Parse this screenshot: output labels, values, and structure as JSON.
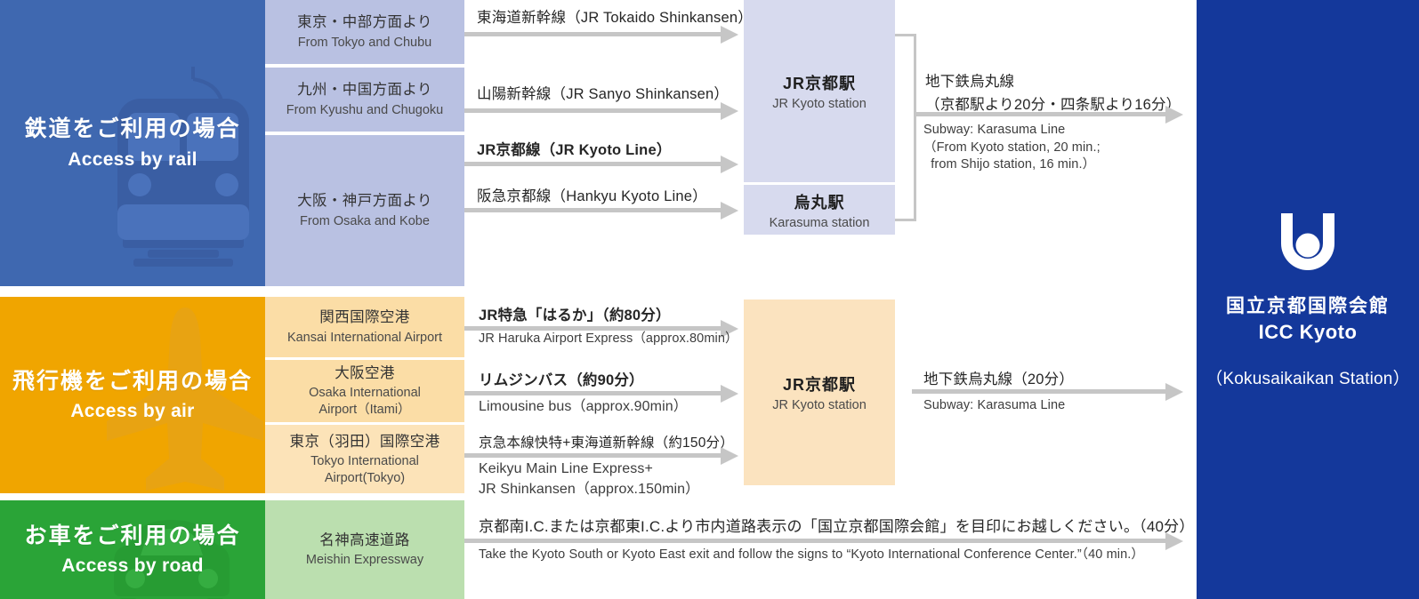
{
  "colors": {
    "rail_panel": "#3f68b0",
    "rail_panel_watermark": "#3a5ea3",
    "rail_origin": "#b9c1e2",
    "rail_station": "#d7daee",
    "air_panel": "#f0a500",
    "air_panel_watermark": "#e8a312",
    "air_origin": "#fbdda6",
    "air_origin_alt": "#fce3b8",
    "air_station": "#fbe3bf",
    "road_panel": "#2aa437",
    "road_panel_watermark": "#279c33",
    "road_origin": "#bbdfaf",
    "destination_panel": "#14389b",
    "arrow": "#c6c6c6",
    "text_dark": "#262626"
  },
  "sections": [
    {
      "id": "rail",
      "mode": {
        "jp": "鉄道をご利用の場合",
        "en": "Access by rail",
        "icon": "train-icon"
      },
      "origins": [
        {
          "jp": "東京・中部方面より",
          "en": "From Tokyo and Chubu"
        },
        {
          "jp": "九州・中国方面より",
          "en": "From Kyushu and Chugoku"
        },
        {
          "jp": "大阪・神戸方面より",
          "en": "From Osaka and Kobe"
        }
      ],
      "routes": [
        {
          "jp": "東海道新幹線（JR Tokaido Shinkansen）",
          "en": "",
          "bold": false
        },
        {
          "jp": "山陽新幹線（JR Sanyo Shinkansen）",
          "en": "",
          "bold": false
        },
        {
          "jp": "JR京都線（JR Kyoto Line）",
          "en": "",
          "bold": true
        },
        {
          "jp": "阪急京都線（Hankyu Kyoto Line）",
          "en": "",
          "bold": false
        }
      ],
      "stations": [
        {
          "jp": "JR京都駅",
          "en": "JR Kyoto station"
        },
        {
          "jp": "烏丸駅",
          "en": "Karasuma station"
        }
      ],
      "final_leg": {
        "jp_line1": "地下鉄烏丸線",
        "jp_line2": "（京都駅より20分・四条駅より16分）",
        "en_line1": "Subway: Karasuma Line",
        "en_line2": "（From Kyoto station, 20 min.;",
        "en_line3": "  from Shijo station, 16 min.）"
      }
    },
    {
      "id": "air",
      "mode": {
        "jp": "飛行機をご利用の場合",
        "en": "Access by air",
        "icon": "airplane-icon"
      },
      "origins": [
        {
          "jp": "関西国際空港",
          "en": "Kansai International Airport"
        },
        {
          "jp": "大阪空港",
          "en": "Osaka International\nAirport（Itami）"
        },
        {
          "jp": "東京（羽田）国際空港",
          "en": "Tokyo International\nAirport(Tokyo)"
        }
      ],
      "routes": [
        {
          "jp": "JR特急「はるか」（約80分）",
          "en": "JR Haruka Airport Express（approx.80min）",
          "bold": true
        },
        {
          "jp": "リムジンバス（約90分）",
          "en": "Limousine bus（approx.90min）",
          "bold": true
        },
        {
          "jp": "京急本線快特+東海道新幹線（約150分）",
          "en": "Keikyu Main Line Express+\nJR Shinkansen（approx.150min）",
          "bold": false
        }
      ],
      "stations": [
        {
          "jp": "JR京都駅",
          "en": "JR Kyoto station"
        }
      ],
      "final_leg": {
        "jp_line1": "地下鉄烏丸線（20分）",
        "en_line1": "Subway: Karasuma Line"
      }
    },
    {
      "id": "road",
      "mode": {
        "jp": "お車をご利用の場合",
        "en": "Access by road",
        "icon": "car-icon"
      },
      "origins": [
        {
          "jp": "名神高速道路",
          "en": "Meishin Expressway"
        }
      ],
      "routes": [
        {
          "jp": "京都南I.C.または京都東I.C.より市内道路表示の「国立京都国際会館」を目印にお越しください。（40分）",
          "en": "Take the Kyoto South or Kyoto East exit and follow the signs to “Kyoto International Conference Center.”（40 min.）",
          "bold": false
        }
      ]
    }
  ],
  "destination": {
    "logo": "icc-kyoto-horseshoe-logo",
    "jp": "国立京都国際会館",
    "en": "ICC Kyoto",
    "station": "（Kokusaikaikan Station）"
  }
}
